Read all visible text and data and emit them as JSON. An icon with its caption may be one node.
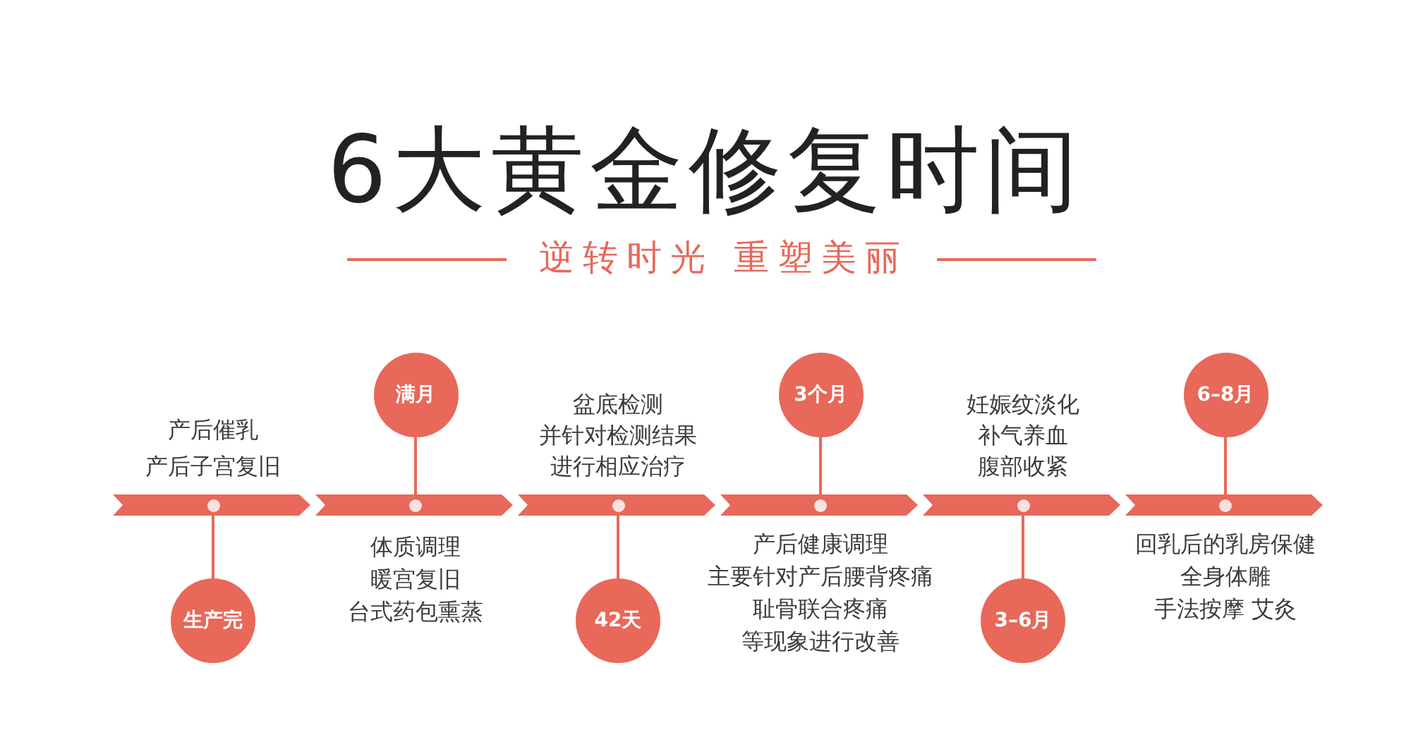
{
  "diagram": {
    "title": "6大黄金修复时间",
    "nodes": [
      {
        "text": [
          "生产完"
        ]
      },
      {
        "text": [
          "满月"
        ]
      },
      {
        "text": [
          "42天"
        ]
      },
      {
        "text": [
          "3个月"
        ]
      },
      {
        "text": [
          "3–6月"
        ]
      },
      {
        "text": [
          "6–8月"
        ]
      },
      {
        "text": [],
        "shape": "circle",
        "beside": [
          "产后催乳",
          "产后子宫复旧"
        ]
      },
      {
        "text": [],
        "shape": "circle",
        "beside": [
          "体质调理",
          "暖宫复旧",
          "台式药包熏蒸"
        ]
      },
      {
        "text": [],
        "shape": "circle",
        "beside": [
          "盆底检测",
          "并针对检测结果",
          "进行相应治疗"
        ]
      },
      {
        "text": [],
        "shape": "circle",
        "beside": [
          "产后健康调理",
          "主要针对产后腰背疼痛",
          "耻骨联合疼痛",
          "等现象进行改善"
        ]
      },
      {
        "text": [],
        "shape": "circle",
        "beside": [
          "妊娠纹淡化",
          "补气养血",
          "腹部收紧"
        ]
      },
      {
        "text": [],
        "shape": "circle",
        "beside": [
          "回乳后的乳房保健",
          "全身体雕",
          "手法按摩 艾灸"
        ]
      }
    ],
    "edges": [
      {
        "from": 0,
        "to": 6,
        "arrow": "none"
      },
      {
        "from": 1,
        "to": 7,
        "arrow": "none"
      },
      {
        "from": 2,
        "to": 8,
        "arrow": "none"
      },
      {
        "from": 3,
        "to": 9,
        "arrow": "none"
      },
      {
        "from": 4,
        "to": 10,
        "arrow": "none"
      },
      {
        "from": 5,
        "to": 11,
        "arrow": "none"
      }
    ],
    "labels": [
      "逆转时光 重塑美丽"
    ]
  }
}
